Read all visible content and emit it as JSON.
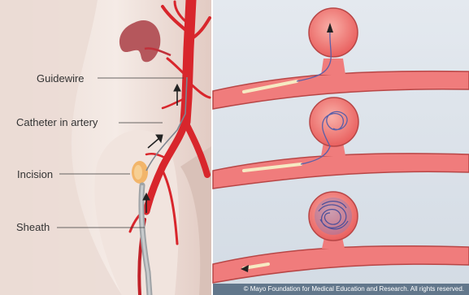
{
  "left_panel": {
    "labels": {
      "guidewire": "Guidewire",
      "catheter": "Catheter in artery",
      "incision": "Incision",
      "sheath": "Sheath"
    },
    "colors": {
      "skin_light": "#f3e7e1",
      "skin_shadow": "#dcc3bb",
      "artery": "#d8262c",
      "kidney": "#b5575c",
      "incision": "#f2b56a",
      "sheath": "#9fa3a6",
      "arrow": "#222222"
    }
  },
  "right_panel": {
    "colors": {
      "background": "#dce3ea",
      "vessel": "#f07c7c",
      "vessel_edge": "#b84646",
      "catheter": "#f6eac3",
      "coil": "#5b5fa8"
    },
    "copyright": "© Mayo Foundation for Medical Education and Research.  All rights reserved."
  }
}
